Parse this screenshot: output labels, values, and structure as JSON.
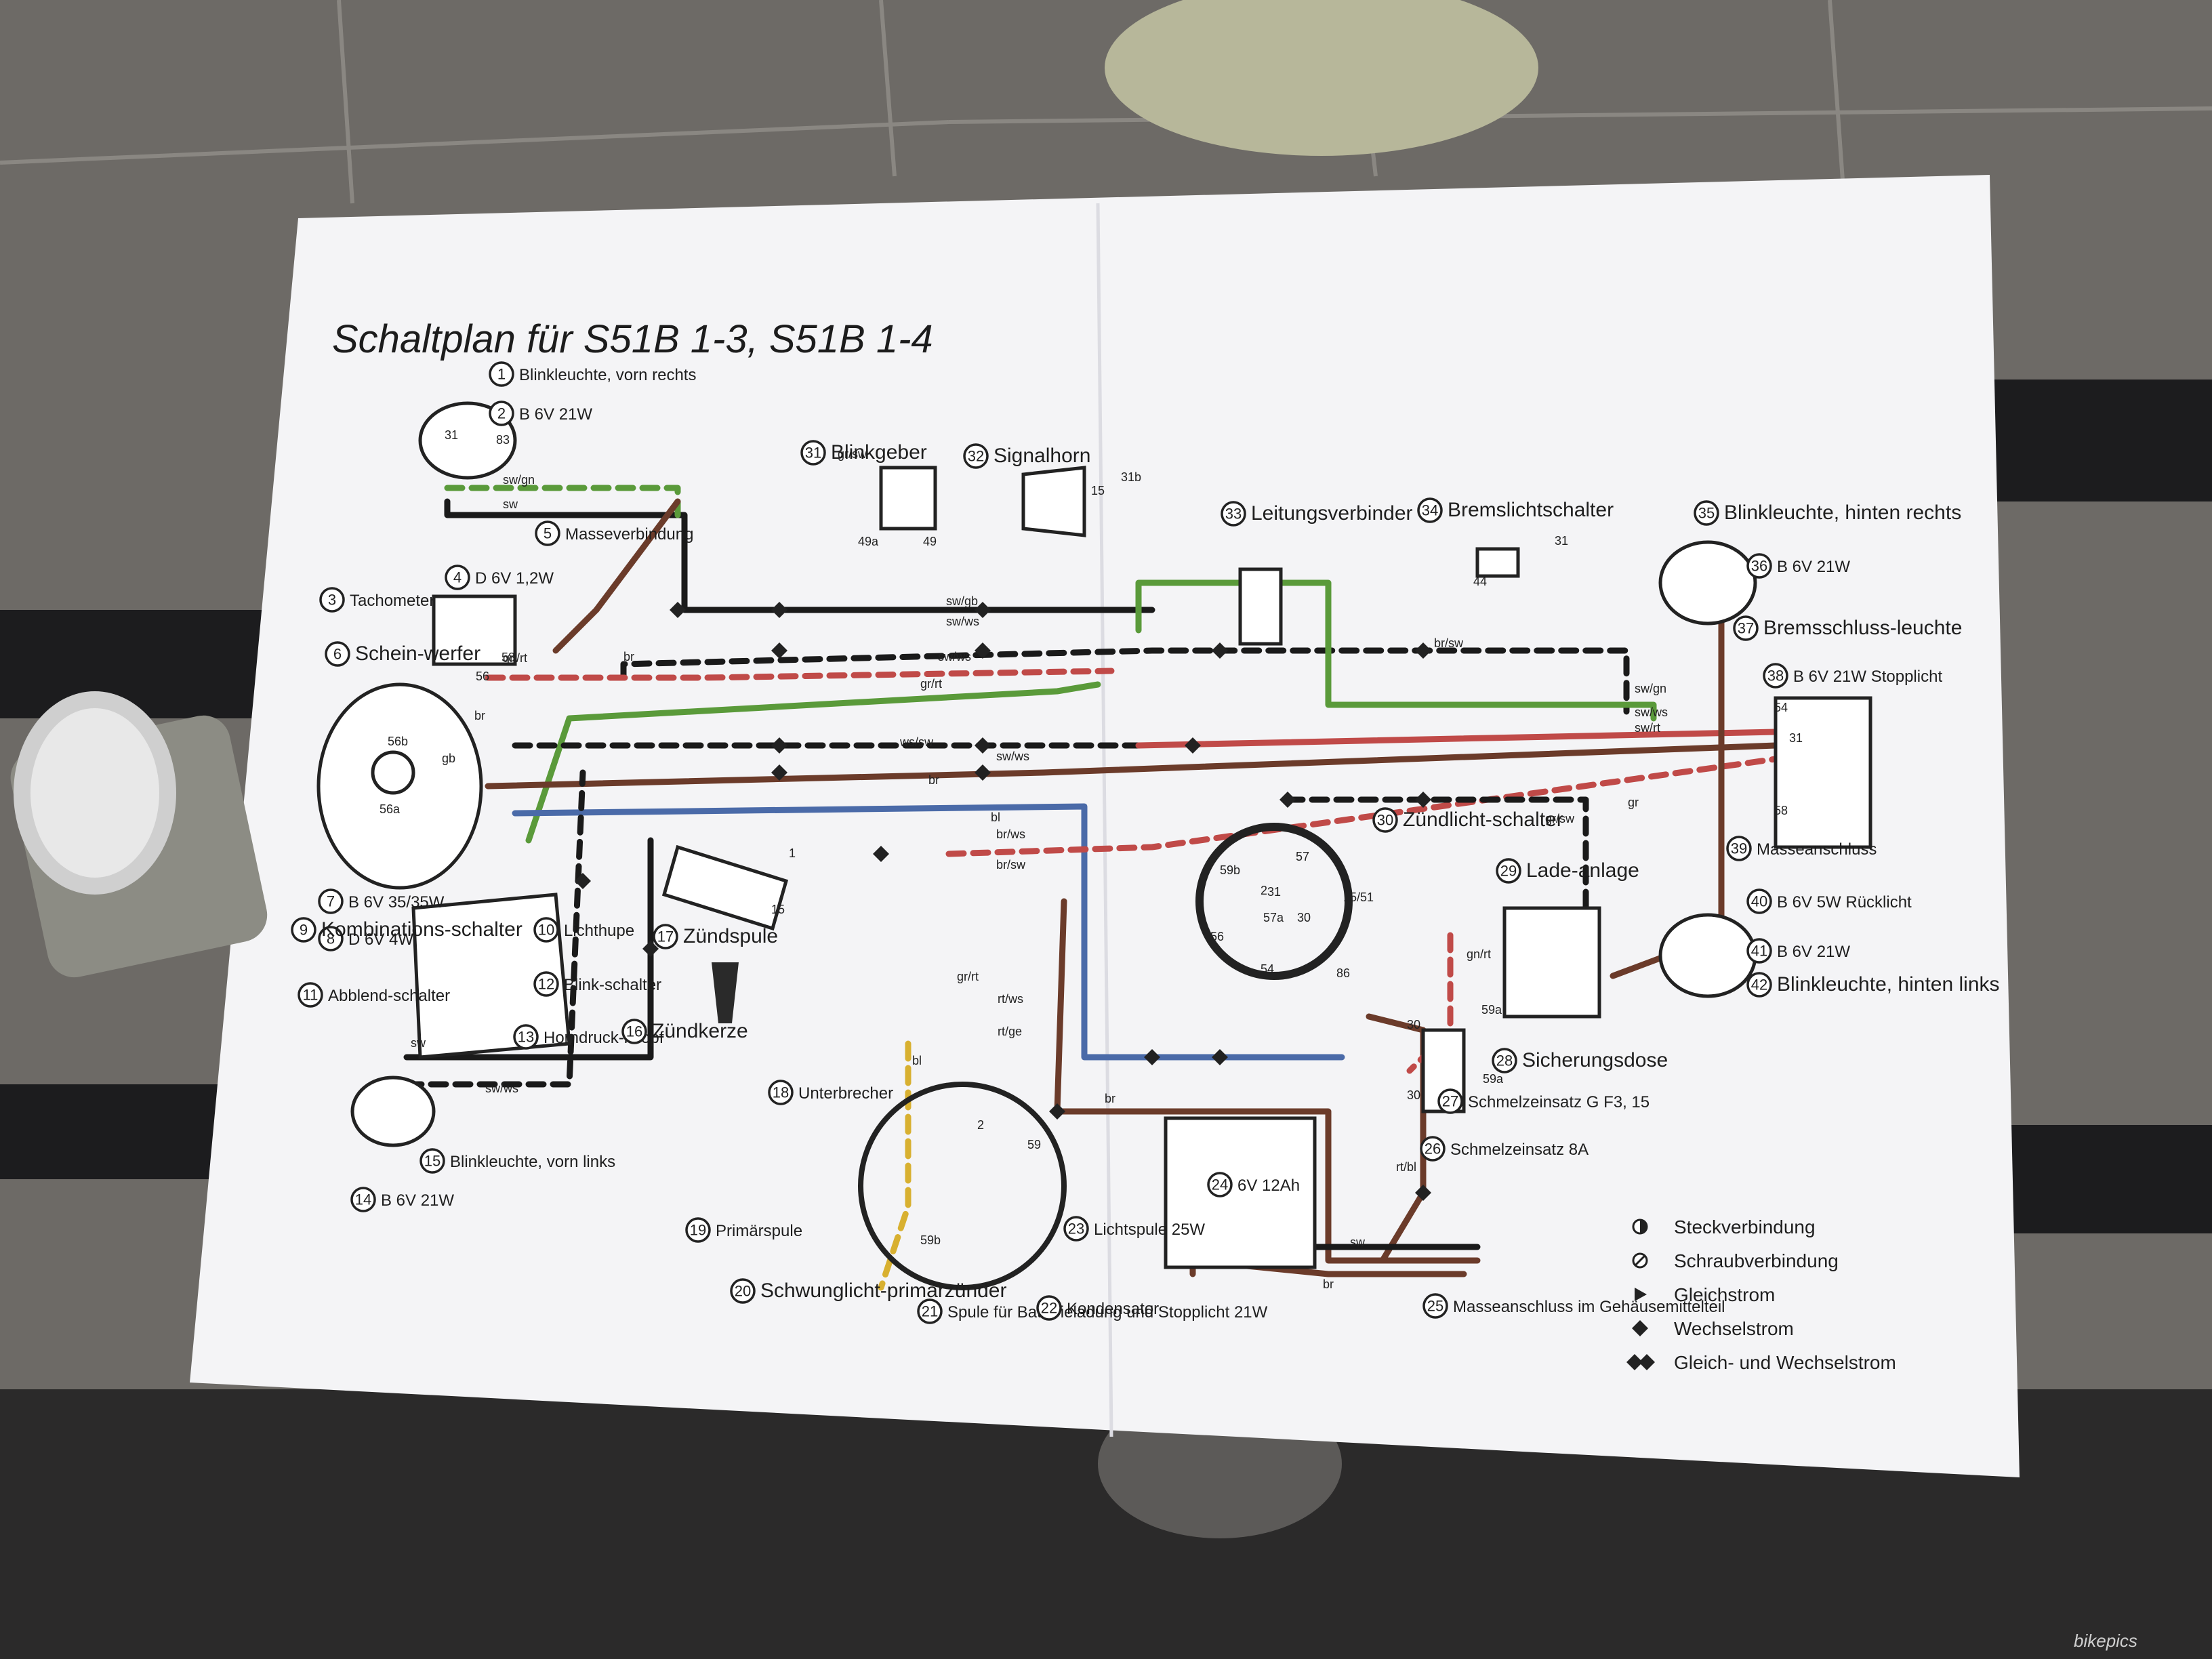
{
  "title": "Schaltplan für S51B 1-3, S51B 1-4",
  "components": [
    {
      "n": "1",
      "label": "Blinkleuchte, vorn rechts"
    },
    {
      "n": "2",
      "label": "B 6V 21W"
    },
    {
      "n": "3",
      "label": "Tachometer"
    },
    {
      "n": "4",
      "label": "D 6V 1,2W"
    },
    {
      "n": "5",
      "label": "Masseverbindung"
    },
    {
      "n": "6",
      "label": "Schein-werfer"
    },
    {
      "n": "7",
      "label": "B 6V 35/35W"
    },
    {
      "n": "8",
      "label": "D 6V 4W"
    },
    {
      "n": "9",
      "label": "Kombinations-schalter"
    },
    {
      "n": "10",
      "label": "Lichthupe"
    },
    {
      "n": "11",
      "label": "Abblend-schalter"
    },
    {
      "n": "12",
      "label": "Blink-schalter"
    },
    {
      "n": "13",
      "label": "Horndruck-knopf"
    },
    {
      "n": "14",
      "label": "B 6V 21W"
    },
    {
      "n": "15",
      "label": "Blinkleuchte, vorn links"
    },
    {
      "n": "16",
      "label": "Zündkerze"
    },
    {
      "n": "17",
      "label": "Zündspule"
    },
    {
      "n": "18",
      "label": "Unterbrecher"
    },
    {
      "n": "19",
      "label": "Primärspule"
    },
    {
      "n": "20",
      "label": "Schwunglicht-primärzünder"
    },
    {
      "n": "21",
      "label": "Spule für Batterieladung und Stopplicht 21W"
    },
    {
      "n": "22",
      "label": "Kondensator"
    },
    {
      "n": "23",
      "label": "Lichtspule 25W"
    },
    {
      "n": "24",
      "label": "6V 12Ah"
    },
    {
      "n": "25",
      "label": "Masseanschluss im Gehäusemittelteil"
    },
    {
      "n": "26",
      "label": "Schmelzeinsatz 8A"
    },
    {
      "n": "27",
      "label": "Schmelzeinsatz G F3, 15"
    },
    {
      "n": "28",
      "label": "Sicherungsdose"
    },
    {
      "n": "29",
      "label": "Lade-anlage"
    },
    {
      "n": "30",
      "label": "Zündlicht-schalter"
    },
    {
      "n": "31",
      "label": "Blinkgeber"
    },
    {
      "n": "32",
      "label": "Signalhorn"
    },
    {
      "n": "33",
      "label": "Leitungsverbinder"
    },
    {
      "n": "34",
      "label": "Bremslichtschalter"
    },
    {
      "n": "35",
      "label": "Blinkleuchte, hinten rechts"
    },
    {
      "n": "36",
      "label": "B 6V 21W"
    },
    {
      "n": "37",
      "label": "Bremsschluss-leuchte"
    },
    {
      "n": "38",
      "label": "B 6V 21W Stopplicht"
    },
    {
      "n": "39",
      "label": "Masseanschluss"
    },
    {
      "n": "40",
      "label": "B 6V 5W Rücklicht"
    },
    {
      "n": "41",
      "label": "B 6V 21W"
    },
    {
      "n": "42",
      "label": "Blinkleuchte, hinten links"
    }
  ],
  "wire_labels": [
    "sw/gn",
    "sw",
    "gr/sw",
    "sw/gb",
    "sw/ws",
    "sw/ws",
    "gr/rt",
    "br",
    "gn/rt",
    "ws/sw",
    "sw/ws",
    "br",
    "bl",
    "br/ws",
    "br/sw",
    "br/sw",
    "sw/gn",
    "sw/ws",
    "sw/rt",
    "gr",
    "gr/sw",
    "gn/rt",
    "gr/rt",
    "rt/ws",
    "rt/ge",
    "bl",
    "br",
    "rt/bl",
    "sw",
    "br",
    "sw",
    "sw/ws",
    "gb",
    "br"
  ],
  "terminals": [
    "31",
    "83",
    "56",
    "58",
    "56b",
    "56a",
    "49a",
    "49",
    "15",
    "31b",
    "31",
    "44",
    "54",
    "31",
    "58",
    "57",
    "59b",
    "2",
    "31",
    "15/51",
    "57a",
    "30",
    "56",
    "54",
    "86",
    "59a",
    "30",
    "30",
    "59a",
    "59",
    "2",
    "59b",
    "1",
    "15"
  ],
  "legend": [
    {
      "symbol": "half-circle",
      "label": "Steckverbindung"
    },
    {
      "symbol": "slash-circle",
      "label": "Schraubverbindung"
    },
    {
      "symbol": "triangle",
      "label": "Gleichstrom"
    },
    {
      "symbol": "diamond",
      "label": "Wechselstrom"
    },
    {
      "symbol": "double-diamond",
      "label": "Gleich- und Wechselstrom"
    }
  ],
  "watermark": "bikepics",
  "colors": {
    "black": "#1a1a1a",
    "brown": "#6b3b2a",
    "green": "#5a9a3a",
    "red": "#c04a48",
    "blue": "#4a6aa8",
    "yellow": "#d8b030",
    "grey": "#8a8a8a",
    "paper": "#f4f4f6"
  }
}
